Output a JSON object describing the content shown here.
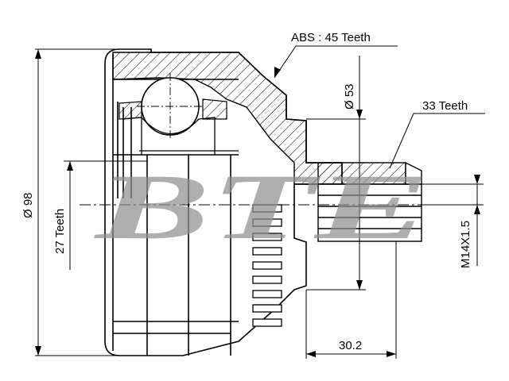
{
  "labels": {
    "abs": "ABS : 45 Teeth",
    "outer_diameter": "Ø 98",
    "seal_diameter": "Ø 53",
    "outer_teeth": "33 Teeth",
    "inner_teeth": "27 Teeth",
    "thread": "M14X1.5",
    "length": "30.2"
  },
  "watermark": {
    "text": "BTE",
    "color": "#8f8f8f"
  }
}
